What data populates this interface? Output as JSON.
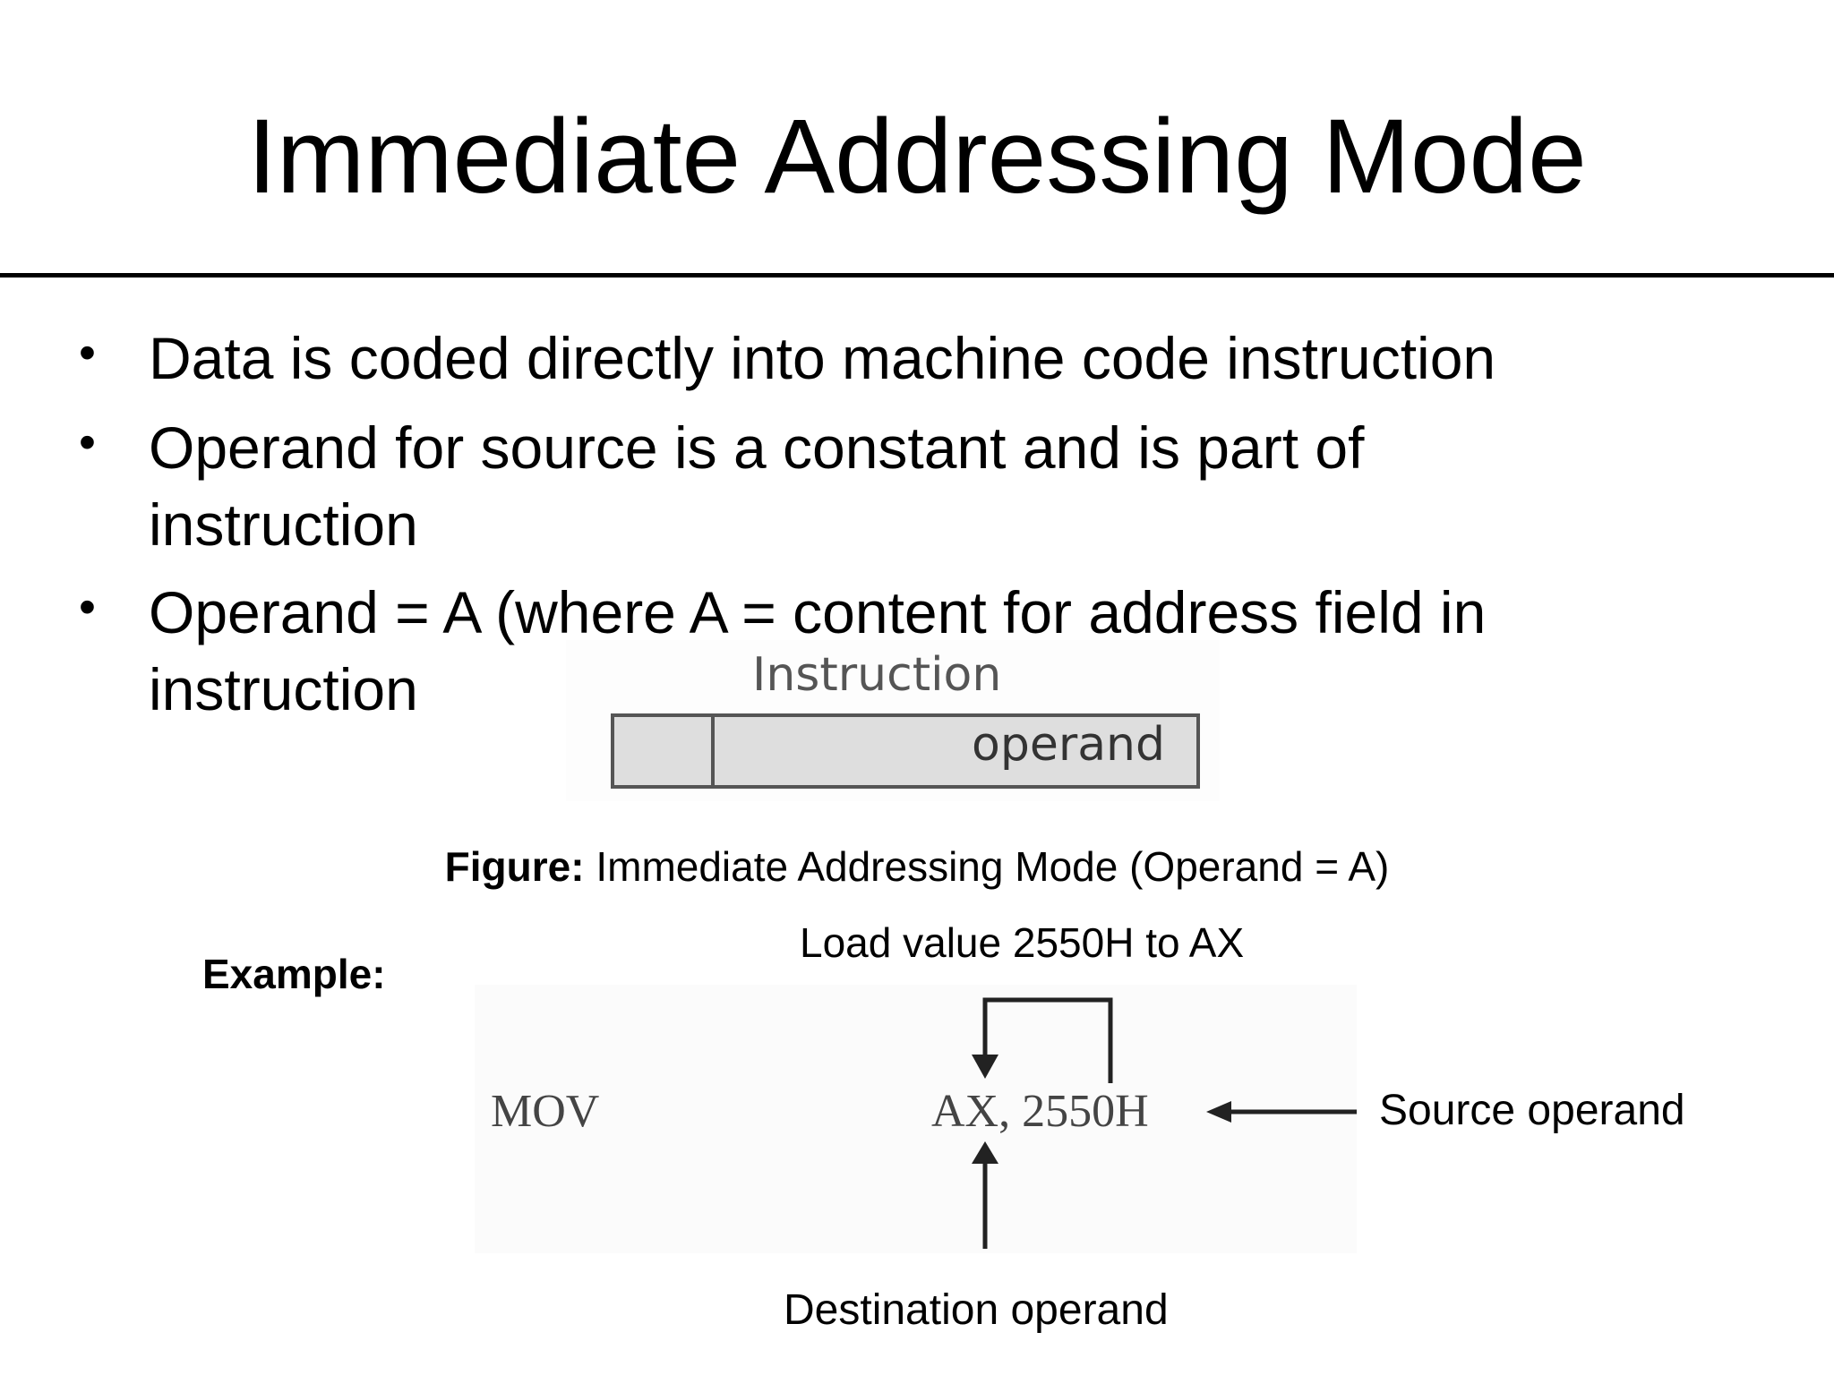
{
  "slide": {
    "title": "Immediate Addressing Mode",
    "bullets": [
      {
        "symbol": "•",
        "text": "Data is coded directly into machine code instruction"
      },
      {
        "symbol": "•",
        "text": "Operand for source is a constant and is part of instruction"
      },
      {
        "symbol": "•",
        "text": "Operand = A (where A = content for address field in instruction"
      }
    ]
  },
  "figure": {
    "instruction_label": "Instruction",
    "operand_label": "operand",
    "caption_bold": "Figure:",
    "caption_text": " Immediate Addressing Mode (Operand = A)"
  },
  "example": {
    "label": "Example:",
    "note": "Load value 2550H to AX",
    "mnemonic": "MOV",
    "operands": "AX, 2550H",
    "source_label": "Source operand",
    "destination_label": "Destination operand"
  }
}
